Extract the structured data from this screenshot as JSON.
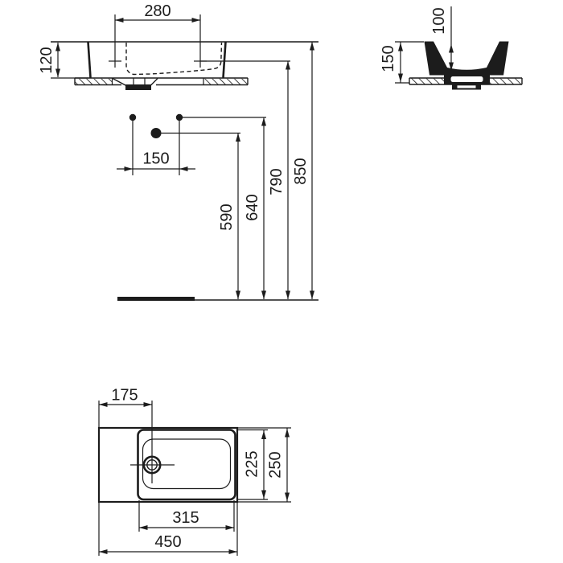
{
  "drawing": {
    "front_view": {
      "hole_spacing": "280",
      "apron_height": "120",
      "connection_spacing": "150",
      "drain_outlet_height": "590",
      "connection_height": "640",
      "fixing_hole_height": "790",
      "rim_height": "850"
    },
    "side_view": {
      "bowl_depth": "100",
      "body_height": "150"
    },
    "plan_view": {
      "drain_offset_left": "175",
      "bowl_width": "315",
      "overall_width": "450",
      "bowl_front_to_back": "225",
      "overall_front_to_back": "250"
    },
    "colors": {
      "line": "#1c1c1c",
      "background": "#ffffff"
    }
  }
}
